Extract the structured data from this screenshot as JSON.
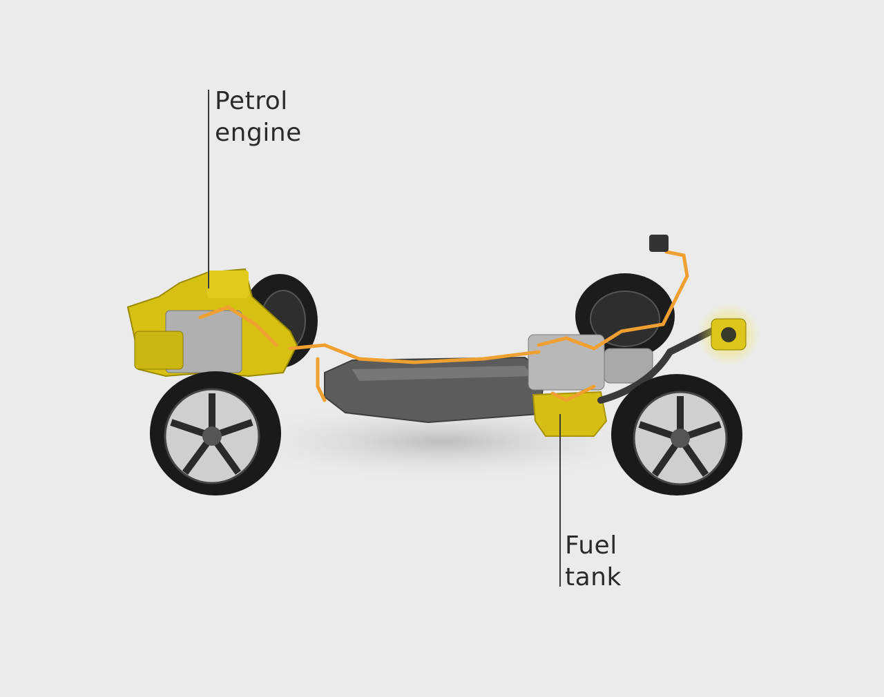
{
  "labels": {
    "engine_line1": "Petrol",
    "engine_line2": "engine",
    "tank_line1": "Fuel",
    "tank_line2": "tank"
  },
  "colors": {
    "background": "#ebebeb",
    "highlight_yellow": "#d9c21a",
    "cable_orange": "#f0a030",
    "battery_gray": "#5a5a5a",
    "tire_black": "#1c1c1c"
  }
}
